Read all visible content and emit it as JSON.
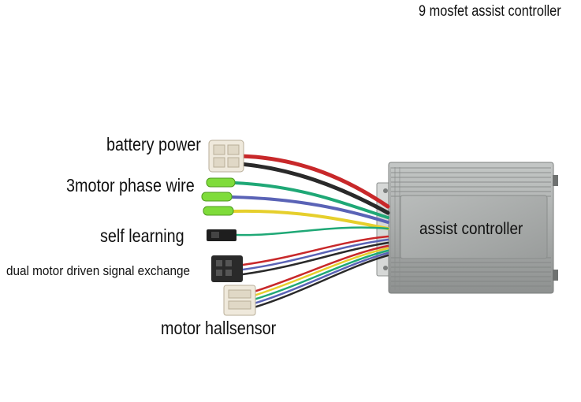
{
  "title": "9 mosfet assist controller",
  "labels": {
    "battery": "battery power",
    "phase": "3motor phase wire",
    "self_learning": "self learning",
    "dual_motor": "dual motor driven signal exchange",
    "hall": "motor hallsensor",
    "controller": "assist controller"
  },
  "colors": {
    "background": "#ffffff",
    "housing": "#a7aaa9",
    "wire_red": "#c8282a",
    "wire_black": "#2a2a2a",
    "wire_green": "#1fa876",
    "wire_blue": "#5a63b6",
    "wire_yellow": "#e6cf2c",
    "connector_green": "#7fdc3a",
    "connector_white": "#efe9dc"
  },
  "icons": {
    "controller": "aluminium-controller-box",
    "battery": "white-2-pin-connector",
    "phase": "green-bullet-connector",
    "self_learning": "black-2-pin-connector",
    "dual_motor": "black-multi-pin-connector",
    "hall": "white-6-pin-connector"
  }
}
